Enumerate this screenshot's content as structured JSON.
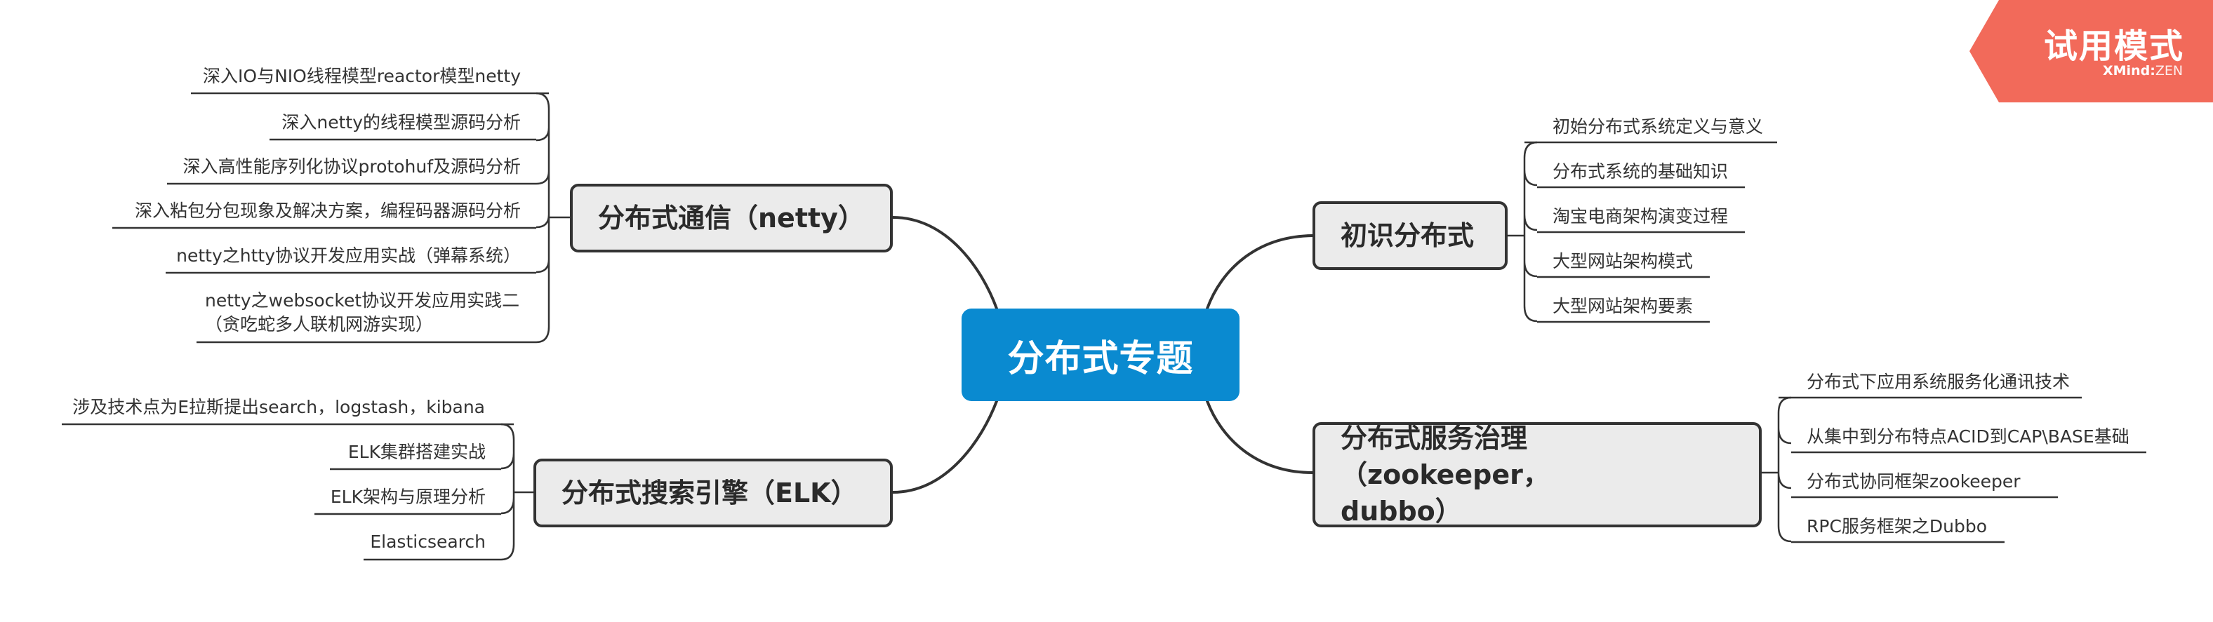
{
  "center": {
    "label": "分布式专题"
  },
  "branches": [
    {
      "label": "初识分布式",
      "leaves": [
        "初始分布式系统定义与意义",
        "分布式系统的基础知识",
        "淘宝电商架构演变过程",
        "大型网站架构模式",
        "大型网站架构要素"
      ]
    },
    {
      "label": "分布式服务治理（zookeeper，dubbo）",
      "label_lines": [
        "分布式服务治理（zookeeper，",
        "dubbo）"
      ],
      "leaves": [
        "分布式下应用系统服务化通讯技术",
        "从集中到分布特点ACID到CAP\\BASE基础",
        "分布式协同框架zookeeper",
        "RPC服务框架之Dubbo"
      ]
    },
    {
      "label": "分布式通信（netty）",
      "leaves": [
        "深入IO与NIO线程模型reactor模型netty",
        "深入netty的线程模型源码分析",
        "深入高性能序列化协议protohuf及源码分析",
        "深入粘包分包现象及解决方案，编程码器源码分析",
        "netty之htty协议开发应用实战（弹幕系统）",
        "netty之websocket协议开发应用实践二（贪吃蛇多人联机网游实现）"
      ],
      "leaf6_lines": [
        "netty之websocket协议开发应用实践二",
        "（贪吃蛇多人联机网游实现）"
      ]
    },
    {
      "label": "分布式搜索引擎（ELK）",
      "leaves": [
        "涉及技术点为E拉斯提出search，logstash，kibana",
        "ELK集群搭建实战",
        "ELK架构与原理分析",
        "Elasticsearch"
      ]
    }
  ],
  "badge": {
    "title": "试用模式",
    "brand": "XMind",
    "edition": "ZEN"
  },
  "colors": {
    "center": "#0a8ad0",
    "branch_fill": "#ebebeb",
    "line": "#333333",
    "badge": "#f26a5a"
  }
}
